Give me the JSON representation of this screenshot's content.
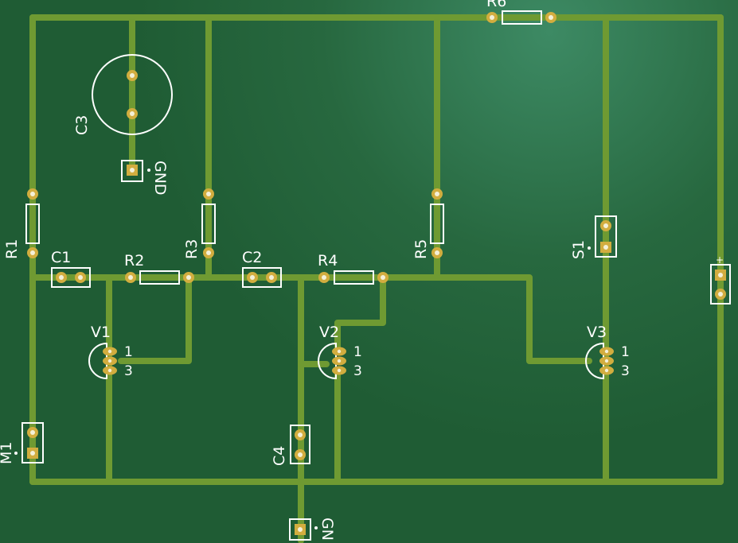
{
  "board": {
    "colors": {
      "substrate": "#1f5c34",
      "glow": "#3d8a64",
      "trace": "#6f9a32",
      "silkscreen": "#ffffff",
      "pad": "#d2ad3f",
      "hole": "#f4f0d8"
    }
  },
  "labels": {
    "r6": "R6",
    "c3": "C3",
    "gnd_top": "GND",
    "r1": "R1",
    "r3": "R3",
    "r5": "R5",
    "s1": "S1",
    "c1": "C1",
    "r2": "R2",
    "c2": "C2",
    "r4": "R4",
    "plus": "+",
    "v1": "V1",
    "v2": "V2",
    "v3": "V3",
    "m1": "M1",
    "c4": "C4",
    "gnd_bottom": "GN",
    "pin1": "1",
    "pin3": "3"
  }
}
